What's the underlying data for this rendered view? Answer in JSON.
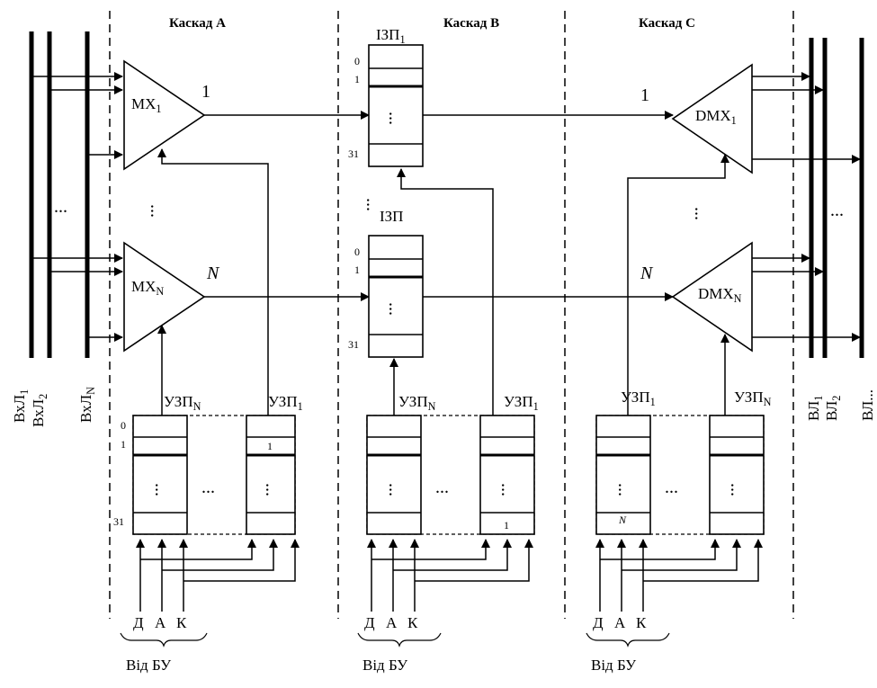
{
  "cascades": {
    "a": "Каскад A",
    "b": "Каскад B",
    "c": "Каскад C"
  },
  "inputs": {
    "labels": [
      "ВхЛ1",
      "ВхЛ2",
      "ВхЛN"
    ],
    "dots": "..."
  },
  "outputs": {
    "labels": [
      "ВЛ1",
      "ВЛ2",
      "ВЛ..."
    ],
    "dots": "..."
  },
  "mux": {
    "top": "MX1",
    "bottom": "MXN",
    "top_out": "1",
    "bottom_out": "N"
  },
  "demux": {
    "top": "DMX1",
    "bottom": "DMXN",
    "top_in": "1",
    "bottom_in": "N"
  },
  "memory": {
    "top": "ІЗП1",
    "bottom": "ІЗП",
    "row_labels": [
      "0",
      "1",
      "31"
    ]
  },
  "control_memory": {
    "a_left": "УЗПN",
    "a_right": "УЗП1",
    "b_left": "УЗПN",
    "b_right": "УЗП1",
    "c_left": "УЗП1",
    "c_right": "УЗПN",
    "a_cell_right": "1",
    "b_cell_right": "1",
    "c_cell_left": "N"
  },
  "signals": {
    "d": "Д",
    "a": "А",
    "k": "К",
    "source": "Від БУ"
  }
}
